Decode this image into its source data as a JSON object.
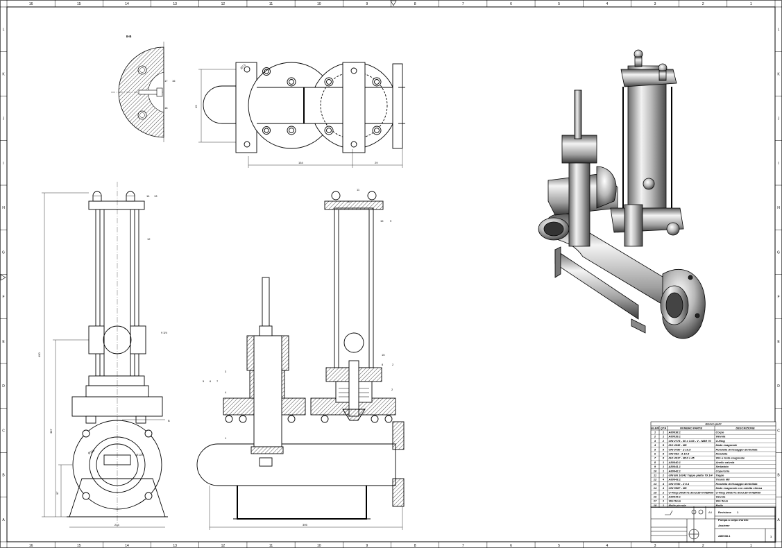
{
  "sheet": {
    "col_labels": [
      "16",
      "15",
      "14",
      "13",
      "12",
      "11",
      "10",
      "9",
      "8",
      "7",
      "6",
      "5",
      "4",
      "3",
      "2",
      "1"
    ],
    "row_labels": [
      "L",
      "K",
      "J",
      "I",
      "H",
      "G",
      "F",
      "E",
      "D",
      "C",
      "B",
      "A"
    ]
  },
  "section_view": {
    "title": "B-B",
    "callouts": [
      "17",
      "16",
      "18"
    ]
  },
  "top_view": {
    "dims": [
      "19",
      "154",
      "29"
    ],
    "note": "Ø7.5"
  },
  "front_view": {
    "callouts": [
      "14",
      "13",
      "12",
      "9 3/4"
    ],
    "dims": [
      "490",
      "387",
      "97",
      "214"
    ],
    "section_letter": "B",
    "hole_labels": [
      "Ø160",
      "Ø125"
    ]
  },
  "section_view_main": {
    "callouts": [
      "11",
      "10",
      "15",
      "9",
      "15",
      "8",
      "2",
      "3",
      "4",
      "5",
      "6",
      "7",
      "1",
      "2"
    ],
    "dims": [
      "395"
    ]
  },
  "parts_list": {
    "title": "Elenco parti",
    "headers": [
      "ELEM",
      "QTÀ",
      "NUMERO PARTE",
      "DESCRIZIONE"
    ],
    "rows": [
      [
        "1",
        "1",
        "A80038.1",
        "Corpo"
      ],
      [
        "2",
        "1",
        "A80039.1",
        "Valvola"
      ],
      [
        "3",
        "2",
        "UNI 2773 - 60 x 3.53 - V - NBR 70",
        "O-Ring"
      ],
      [
        "4",
        "8",
        "ISO 4032 - M8",
        "Dado esagonale"
      ],
      [
        "5",
        "8",
        "UNI 5750 - Z 10.5",
        "Rondella di fissaggio dentellata"
      ],
      [
        "6",
        "8",
        "UNI 593 - A 10.5",
        "Rondella"
      ],
      [
        "7",
        "8",
        "ISO 4017 - M10 x 45",
        "Vite a testa esagonale"
      ],
      [
        "8",
        "1",
        "A80040.1",
        "Anello valvola"
      ],
      [
        "9",
        "1",
        "A80041.1",
        "Serbatoio"
      ],
      [
        "10",
        "1",
        "A80042.1",
        "Coperchio"
      ],
      [
        "11",
        "2",
        "UNI EN 10242 Tappo piatto T9 1/4",
        "Tappo"
      ],
      [
        "12",
        "4",
        "A80043.1",
        "Tirante M8"
      ],
      [
        "13",
        "4",
        "UNI 5750 - Z 8.4",
        "Rondella di fissaggio dentellata"
      ],
      [
        "14",
        "4",
        "UNI 5587 - M8",
        "Dado esagonale con calotta chiusa"
      ],
      [
        "15",
        "2",
        "O-Ring DIN3771-30x3.55-N-NBR60",
        "O-Ring DIN3771-30x3.55-N-NBR60"
      ],
      [
        "16",
        "1",
        "A80044.1",
        "Valvola"
      ],
      [
        "17",
        "1",
        "Vite 5mm",
        "Vite 5mm"
      ],
      [
        "18",
        "1",
        "Molla piccola",
        "Molla"
      ]
    ]
  },
  "title_block": {
    "revision_label": "Revisione",
    "revision_value": "1",
    "sheet_size": "A4",
    "desc_line1": "Pompa a colpo d'ariete",
    "desc_line2": "Assieme",
    "drawing_number": "A80038.1",
    "sheet_number": "1"
  }
}
